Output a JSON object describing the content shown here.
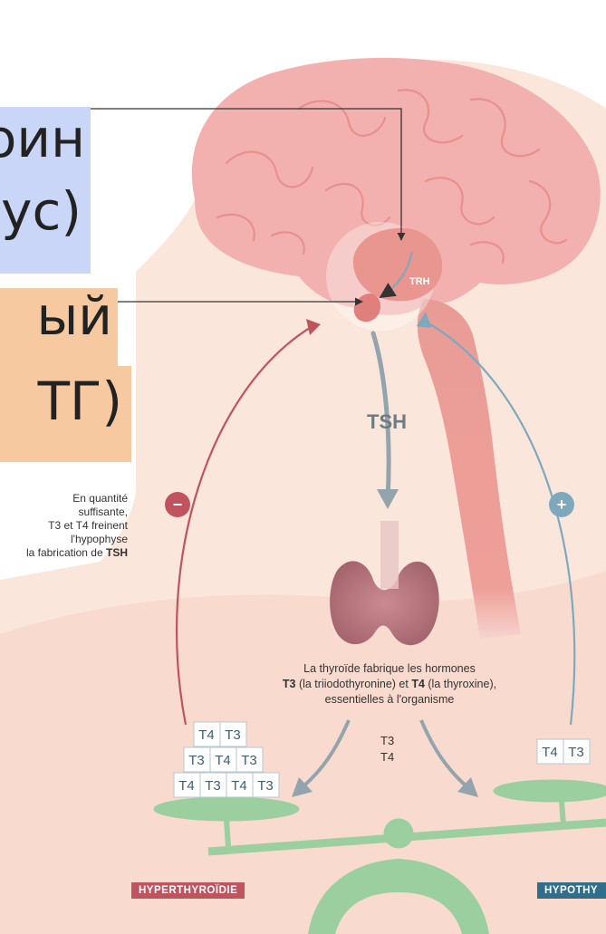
{
  "labels": {
    "hypothalamus_line1": "оин",
    "hypothalamus_line2": "ус)",
    "pituitary_line1": "ый",
    "pituitary_line2": "ТГ)",
    "trh": "TRH",
    "tsh": "TSH",
    "minus": "−",
    "plus": "+",
    "hormone_out_t3": "T3",
    "hormone_out_t4": "T4"
  },
  "feedback_note": {
    "line1": "En quantité",
    "line2": "suffisante,",
    "line3": "T3 et T4 freinent",
    "line4": "l'hypophyse",
    "line5_prefix": "la fabrication de ",
    "line5_bold": "TSH"
  },
  "thyroid_note": {
    "line1": "La thyroïde fabrique les hormones",
    "t3_bold": "T3",
    "t3_text": " (la triiodothyronine) et ",
    "t4_bold": "T4",
    "t4_text": " (la thyroxine),",
    "line3": "essentielles à l'organisme"
  },
  "left_blocks": {
    "row1": [
      "T4",
      "T3"
    ],
    "row2": [
      "T3",
      "T4",
      "T3"
    ],
    "row3": [
      "T4",
      "T3",
      "T4",
      "T3"
    ]
  },
  "right_blocks": {
    "row1": [
      "T4",
      "T3"
    ]
  },
  "tags": {
    "hyper": "HYPERTHYROÏDIE",
    "hypo": "HYPOTHY"
  },
  "colors": {
    "hyper": "#c0545e",
    "hypo": "#2f6f8c",
    "brain": "#f2b1ae",
    "scale": "#9ccf9f",
    "face": "#fbe6dc"
  }
}
